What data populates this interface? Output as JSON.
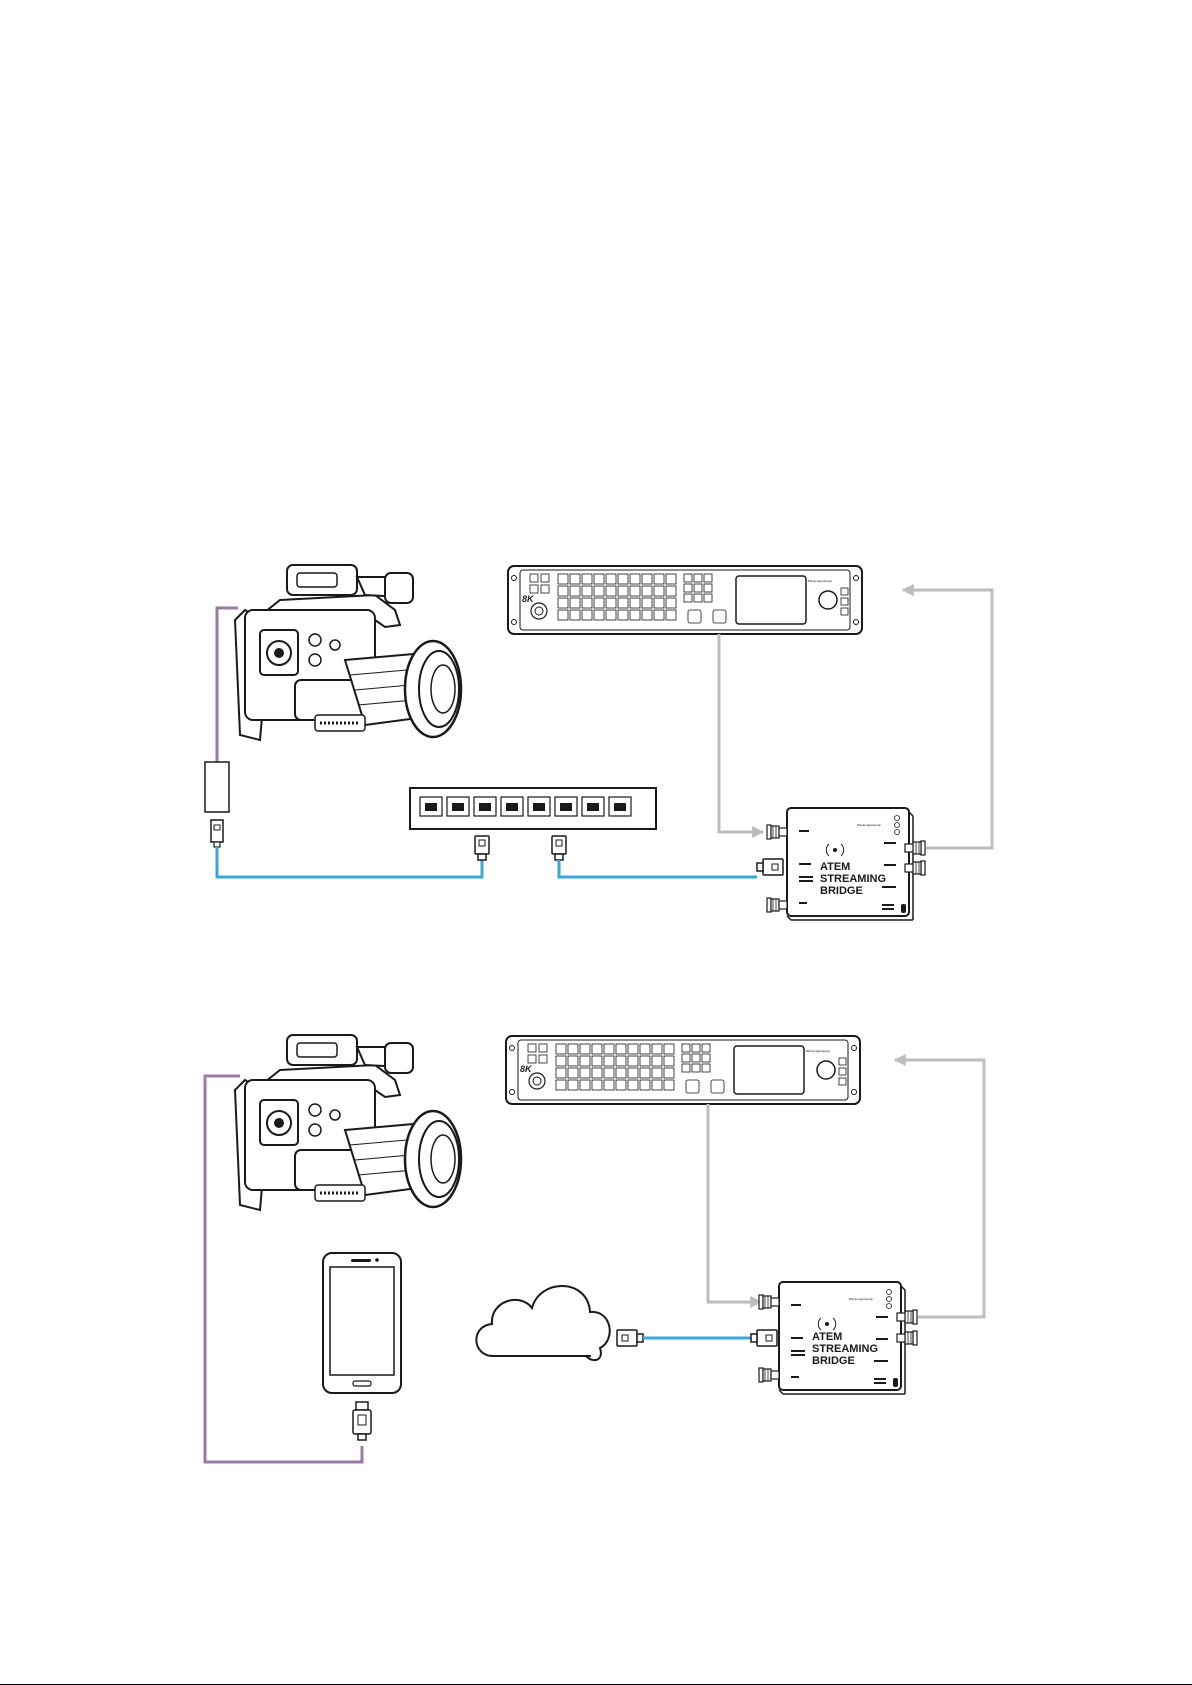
{
  "colors": {
    "ethernet_cable": "#3aa7d6",
    "usb_cable": "#9a7aa6",
    "sdi_cable": "#bdbdbd",
    "line": "#1a1a1a"
  },
  "devices": {
    "streaming_bridge": {
      "line1": "ATEM",
      "line2": "STREAMING",
      "line3": "BRIDGE",
      "brand": "Blackmagicdesign"
    },
    "switcher": {
      "badge": "8K",
      "brand": "Blackmagicdesign"
    }
  },
  "icons": {
    "camera": "camera-icon",
    "network_switch": "network-switch-icon",
    "cloud": "cloud-icon",
    "smartphone": "smartphone-icon",
    "ethernet_plug": "ethernet-plug-icon",
    "usb_plug": "usb-plug-icon",
    "bnc_connector": "bnc-connector-icon",
    "arrow": "arrow-icon"
  }
}
